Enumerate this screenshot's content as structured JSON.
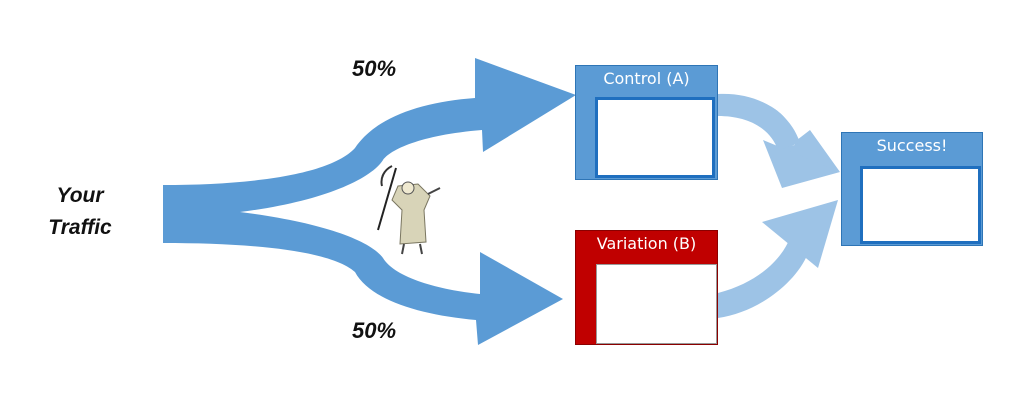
{
  "diagram": {
    "source_label": [
      "Your",
      "Traffic"
    ],
    "split_top_percent": "50%",
    "split_bottom_percent": "50%",
    "boxes": {
      "control": {
        "title": "Control (A)"
      },
      "variation": {
        "title": "Variation (B)"
      },
      "success": {
        "title": "Success!"
      }
    },
    "figure_icon": "grim-reaper-icon"
  },
  "colors": {
    "main_arrow": "#5b9bd5",
    "success_arrow": "#9dc3e6",
    "control": "#5b9bd5",
    "variation": "#c00000",
    "success": "#5b9bd5"
  }
}
